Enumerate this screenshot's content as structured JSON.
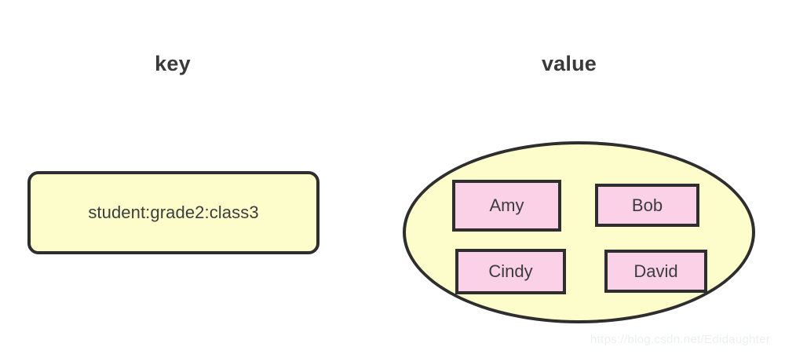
{
  "diagram": {
    "headings": {
      "key": "key",
      "value": "value"
    },
    "key_box": {
      "label": "student:grade2:class3",
      "fill": "#fdfdcc",
      "stroke": "#2e2e2e"
    },
    "value_set": {
      "shape": "ellipse",
      "fill": "#fdfdcc",
      "stroke": "#2e2e2e",
      "members": [
        {
          "label": "Amy",
          "fill": "#fbd1e8",
          "stroke": "#2e2e2e"
        },
        {
          "label": "Bob",
          "fill": "#fbd1e8",
          "stroke": "#2e2e2e"
        },
        {
          "label": "Cindy",
          "fill": "#fbd1e8",
          "stroke": "#2e2e2e"
        },
        {
          "label": "David",
          "fill": "#fbd1e8",
          "stroke": "#2e2e2e"
        }
      ]
    },
    "watermark": "https://blog.csdn.net/Edidaughter"
  }
}
